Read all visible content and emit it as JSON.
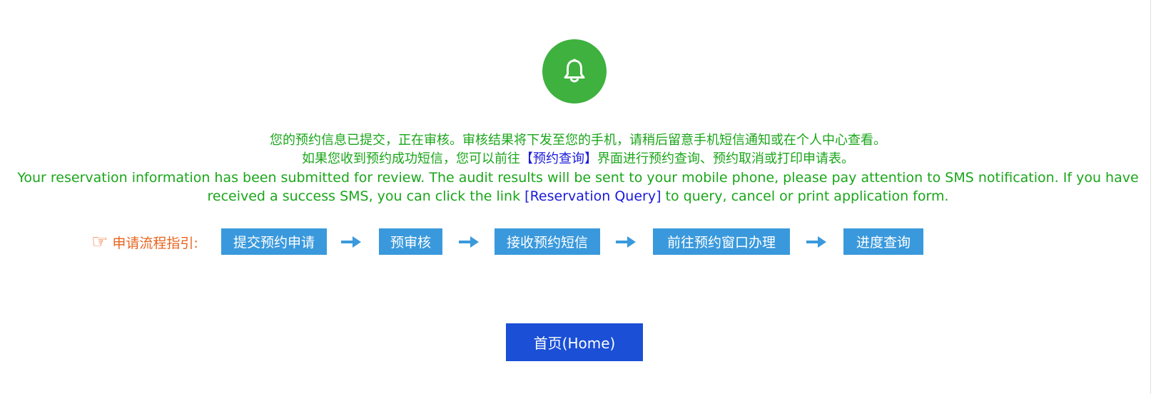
{
  "notice": {
    "line_cn_1": "您的预约信息已提交，正在审核。审核结果将下发至您的手机，请稍后留意手机短信通知或在个人中心查看。",
    "line_cn_2_before": "如果您收到预约成功短信，您可以前往",
    "line_cn_2_link": "【预约查询】",
    "line_cn_2_after": "界面进行预约查询、预约取消或打印申请表。",
    "line_en_1": "Your reservation information has been submitted for review. The audit results will be sent to your mobile phone, please pay attention to SMS notification. If you have",
    "line_en_2_before": "received a success SMS, you can click the link ",
    "line_en_2_link": "[Reservation Query]",
    "line_en_2_after": " to query, cancel or print application form."
  },
  "flow": {
    "label": "申请流程指引:",
    "steps": [
      "提交预约申请",
      "预审核",
      "接收预约短信",
      "前往预约窗口办理",
      "进度查询"
    ]
  },
  "home_button": {
    "label": "首页(Home)"
  },
  "icons": {
    "bell": "bell-icon",
    "hand": "pointing-hand-icon",
    "arrow": "right-arrow-icon"
  },
  "colors": {
    "success_green": "#3eb13e",
    "message_green": "#1aa61a",
    "link_blue": "#1a1adb",
    "flow_orange": "#e8641f",
    "step_blue": "#3a99dc",
    "home_blue": "#1a4fd6",
    "rule_gray": "#e2e2e2"
  }
}
